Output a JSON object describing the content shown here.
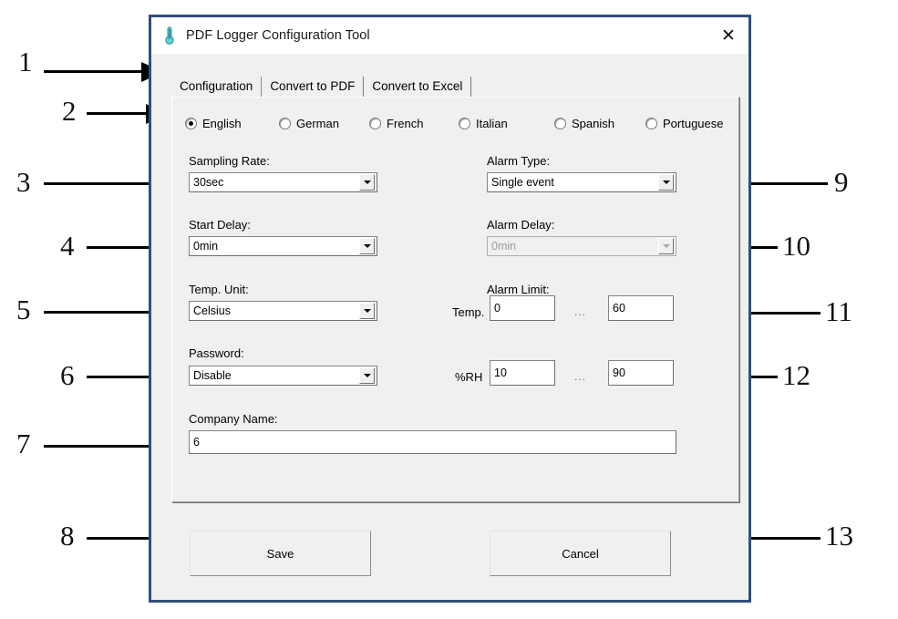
{
  "window": {
    "title": "PDF Logger Configuration Tool",
    "icon": "thermometer-icon",
    "close_label": "✕",
    "border_color": "#2f4f7a"
  },
  "tabs": [
    {
      "label": "Configuration",
      "selected": true
    },
    {
      "label": "Convert to PDF",
      "selected": false
    },
    {
      "label": "Convert to Excel",
      "selected": false
    }
  ],
  "languages": [
    {
      "label": "English",
      "checked": true
    },
    {
      "label": "German",
      "checked": false
    },
    {
      "label": "French",
      "checked": false
    },
    {
      "label": "Italian",
      "checked": false
    },
    {
      "label": "Spanish",
      "checked": false
    },
    {
      "label": "Portuguese",
      "checked": false
    }
  ],
  "left_column": {
    "sampling_rate": {
      "label": "Sampling Rate:",
      "value": "30sec"
    },
    "start_delay": {
      "label": "Start Delay:",
      "value": "0min"
    },
    "temp_unit": {
      "label": "Temp. Unit:",
      "value": "Celsius"
    },
    "password": {
      "label": "Password:",
      "value": "Disable"
    },
    "company_name": {
      "label": "Company Name:",
      "value": "6"
    }
  },
  "right_column": {
    "alarm_type": {
      "label": "Alarm Type:",
      "value": "Single event",
      "disabled": false
    },
    "alarm_delay": {
      "label": "Alarm Delay:",
      "value": "0min",
      "disabled": true
    },
    "alarm_limit": {
      "label": "Alarm Limit:",
      "separator": "...",
      "rows": [
        {
          "name": "Temp.",
          "min": "0",
          "max": "60"
        },
        {
          "name": "%RH",
          "min": "10",
          "max": "90"
        }
      ]
    }
  },
  "buttons": {
    "save": "Save",
    "cancel": "Cancel"
  },
  "callouts": [
    {
      "number": "1"
    },
    {
      "number": "2"
    },
    {
      "number": "3"
    },
    {
      "number": "4"
    },
    {
      "number": "5"
    },
    {
      "number": "6"
    },
    {
      "number": "7"
    },
    {
      "number": "8"
    },
    {
      "number": "9"
    },
    {
      "number": "10"
    },
    {
      "number": "11"
    },
    {
      "number": "12"
    },
    {
      "number": "13"
    }
  ]
}
